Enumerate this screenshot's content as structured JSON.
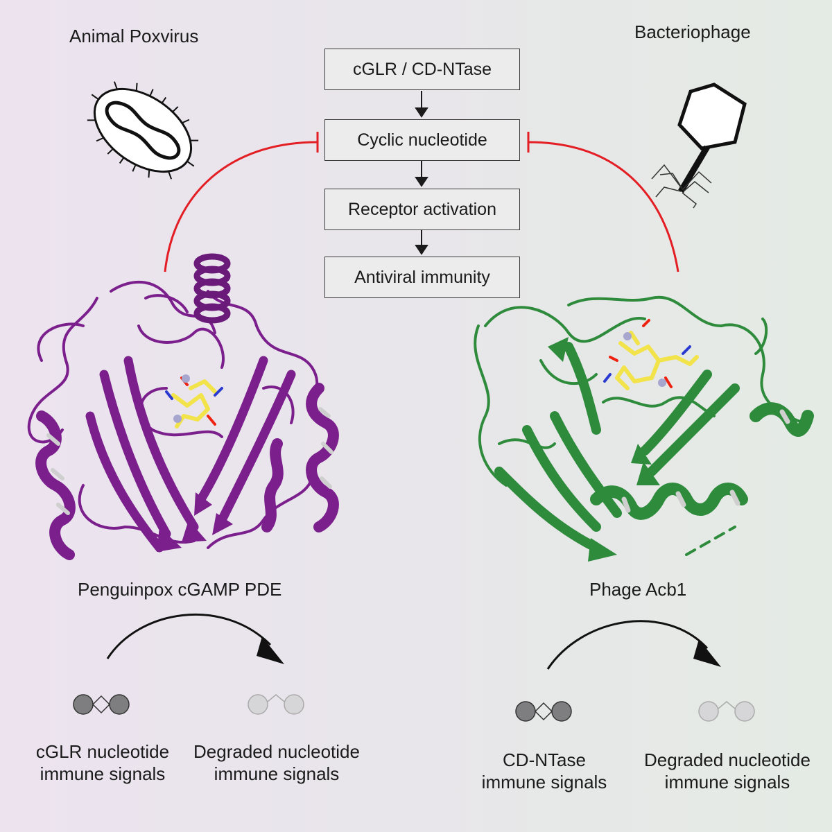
{
  "left": {
    "header": "Animal Poxvirus",
    "protein_label": "Penguinpox cGAMP PDE",
    "substrate_line1": "cGLR nucleotide",
    "substrate_line2": "immune signals",
    "product_line1": "Degraded nucleotide",
    "product_line2": "immune signals",
    "protein_color": "#7b1f8c"
  },
  "right": {
    "header": "Bacteriophage",
    "protein_label": "Phage Acb1",
    "substrate_line1": "CD-NTase",
    "substrate_line2": "immune signals",
    "product_line1": "Degraded nucleotide",
    "product_line2": "immune signals",
    "protein_color": "#2e8b3c"
  },
  "pathway": {
    "steps": [
      "cGLR / CD-NTase",
      "Cyclic nucleotide",
      "Receptor activation",
      "Antiviral immunity"
    ]
  },
  "colors": {
    "inhibition": "#e31e24",
    "ligand": "#f2e34a"
  }
}
